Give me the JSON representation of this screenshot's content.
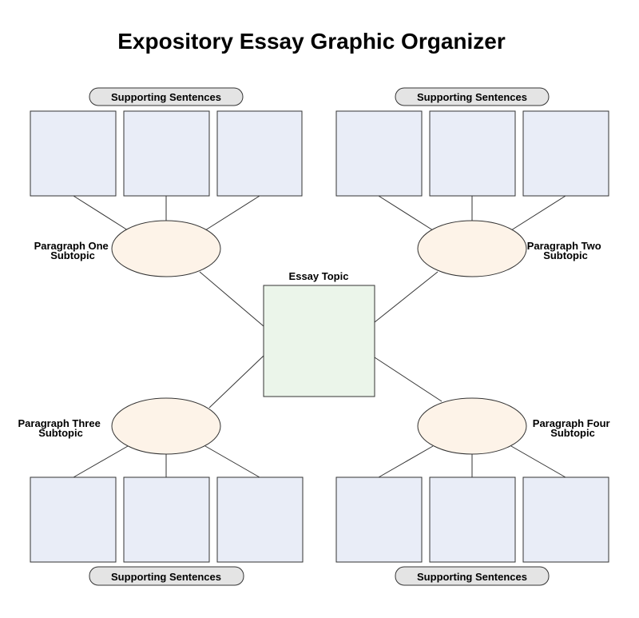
{
  "title": "Expository Essay Graphic Organizer",
  "center": {
    "label": "Essay Topic"
  },
  "colors": {
    "sentence_box": "#e9edf7",
    "topic_box": "#ebf5ea",
    "subtopic_ellipse": "#fdf3e8",
    "pill": "#e4e4e4",
    "stroke": "#333333"
  },
  "quadrants": {
    "top_left": {
      "subtopic_lines": [
        "Paragraph One",
        "Subtopic"
      ],
      "supporting_label": "Supporting Sentences"
    },
    "top_right": {
      "subtopic_lines": [
        "Paragraph Two",
        "Subtopic"
      ],
      "supporting_label": "Supporting Sentences"
    },
    "bottom_left": {
      "subtopic_lines": [
        "Paragraph Three",
        "Subtopic"
      ],
      "supporting_label": "Supporting Sentences"
    },
    "bottom_right": {
      "subtopic_lines": [
        "Paragraph Four",
        "Subtopic"
      ],
      "supporting_label": "Supporting Sentences"
    }
  }
}
